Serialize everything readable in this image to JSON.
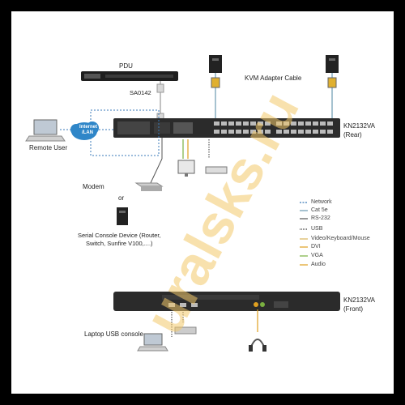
{
  "labels": {
    "pdu": "PDU",
    "sa0142": "SA0142",
    "kvm_adapter_cable": "KVM Adapter Cable",
    "internet_lan_line1": "Internet",
    "internet_lan_line2": "/LAN",
    "remote_user": "Remote User",
    "device_rear_name": "KN2132VA",
    "device_rear_side": "(Rear)",
    "device_front_name": "KN2132VA",
    "device_front_side": "(Front)",
    "modem": "Modem",
    "or": "or",
    "serial_console_line1": "Serial Console Device (Router,",
    "serial_console_line2": "Switch, Sunfire V100,....)",
    "laptop_usb_console": "Laptop USB console"
  },
  "legend": [
    {
      "label": "Network",
      "color": "#3a7ab8",
      "style": "dashed"
    },
    {
      "label": "Cat 5e",
      "color": "#6a9ab0",
      "style": "solid"
    },
    {
      "label": "RS-232",
      "color": "#555555",
      "style": "solid"
    },
    {
      "label": "USB",
      "color": "#333333",
      "style": "dotted"
    },
    {
      "label": "Video/Keyboard/Mouse",
      "color": "#d8b45a",
      "style": "solid"
    },
    {
      "label": "DVI",
      "color": "#e0a020",
      "style": "solid"
    },
    {
      "label": "VGA",
      "color": "#7ab040",
      "style": "solid"
    },
    {
      "label": "Audio",
      "color": "#e0a020",
      "style": "solid"
    }
  ],
  "watermark": "uralsks.ru",
  "colors": {
    "network": "#3a7ab8",
    "cat5e": "#6a9ab0",
    "cloud": "#2f86c8",
    "device": "#2b2b2b",
    "watermark": "#f2c86a"
  }
}
